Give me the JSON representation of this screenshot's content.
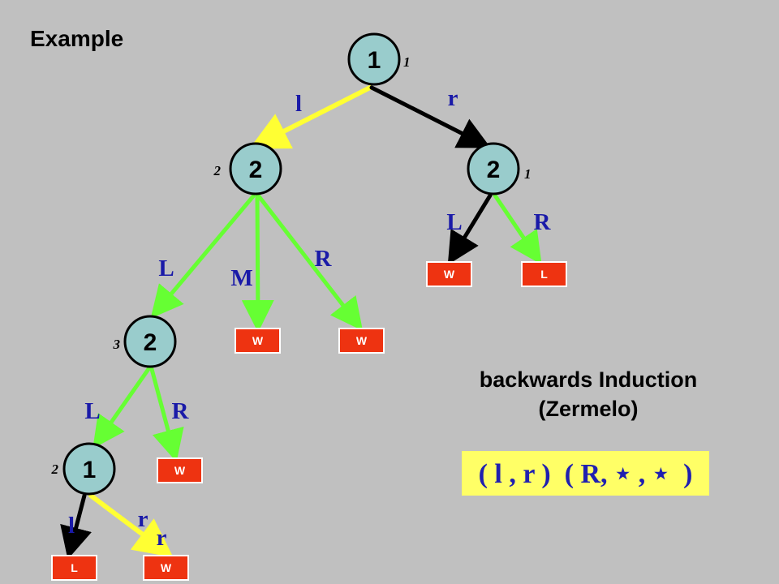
{
  "title": "Example",
  "annotation": {
    "line1": "backwards Induction",
    "line2": "(Zermelo)"
  },
  "result": "( l , r )  ( R, ⋆ , ⋆  )",
  "colors": {
    "background": "#c0c0c0",
    "node_fill": "#99cccc",
    "leaf_fill": "#ee3311",
    "edge_chosen_player1": "#ffff33",
    "edge_chosen_player2": "#66ff33",
    "edge_other": "#000000",
    "edge_label": "#1a1aa8",
    "result_box": "#ffff66"
  },
  "nodes": [
    {
      "id": "n_root",
      "label": "1",
      "side_number": "1"
    },
    {
      "id": "n_l",
      "label": "2",
      "side_number": "2"
    },
    {
      "id": "n_r",
      "label": "2",
      "side_number": "1"
    },
    {
      "id": "n_lL",
      "label": "2",
      "side_number": "3"
    },
    {
      "id": "n_lLL",
      "label": "1",
      "side_number": "2"
    }
  ],
  "leaves": [
    {
      "id": "leaf_rL",
      "label": "W"
    },
    {
      "id": "leaf_rR",
      "label": "L"
    },
    {
      "id": "leaf_lM",
      "label": "W"
    },
    {
      "id": "leaf_lR",
      "label": "W"
    },
    {
      "id": "leaf_lLR",
      "label": "W"
    },
    {
      "id": "leaf_lLLl",
      "label": "L"
    },
    {
      "id": "leaf_lLLr",
      "label": "W"
    }
  ],
  "edges": [
    {
      "from": "n_root",
      "to": "n_l",
      "label": "l",
      "color": "yellow"
    },
    {
      "from": "n_root",
      "to": "n_r",
      "label": "r",
      "color": "black"
    },
    {
      "from": "n_r",
      "to": "leaf_rL",
      "label": "L",
      "color": "black"
    },
    {
      "from": "n_r",
      "to": "leaf_rR",
      "label": "R",
      "color": "green"
    },
    {
      "from": "n_l",
      "to": "n_lL",
      "label": "L",
      "color": "green"
    },
    {
      "from": "n_l",
      "to": "leaf_lM",
      "label": "M",
      "color": "green"
    },
    {
      "from": "n_l",
      "to": "leaf_lR",
      "label": "R",
      "color": "green"
    },
    {
      "from": "n_lL",
      "to": "n_lLL",
      "label": "L",
      "color": "green"
    },
    {
      "from": "n_lL",
      "to": "leaf_lLR",
      "label": "R",
      "color": "green"
    },
    {
      "from": "n_lLL",
      "to": "leaf_lLLl",
      "label": "l",
      "color": "black"
    },
    {
      "from": "n_lLL",
      "to": "leaf_lLLr",
      "label": "r",
      "color": "yellow"
    }
  ],
  "extra_labels": [
    "r"
  ]
}
